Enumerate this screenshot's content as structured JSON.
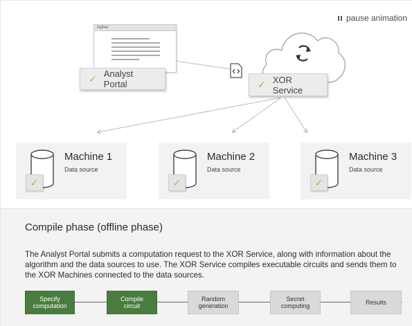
{
  "controls": {
    "pause_label": "pause animation"
  },
  "portal": {
    "window_title": "inpher",
    "label": "Analyst Portal"
  },
  "service": {
    "label": "XOR Service"
  },
  "machines": [
    {
      "name": "Machine 1",
      "subtitle": "Data source"
    },
    {
      "name": "Machine 2",
      "subtitle": "Data source"
    },
    {
      "name": "Machine 3",
      "subtitle": "Data source"
    }
  ],
  "phase": {
    "title": "Compile phase (offline phase)",
    "description": "The Analyst Portal submits a computation request to the XOR Service, along with information about the algorithm and the data sources to use. The XOR Service compiles executable circuits and sends them to the XOR Machines connected to the data sources."
  },
  "steps": [
    {
      "line1": "Specify",
      "line2": "computation",
      "active": true
    },
    {
      "line1": "Compile",
      "line2": "circuit",
      "active": true
    },
    {
      "line1": "Random",
      "line2": "generation",
      "active": false
    },
    {
      "line1": "Secret",
      "line2": "computing",
      "active": false
    },
    {
      "line1": "Results",
      "line2": "",
      "active": false
    }
  ],
  "colors": {
    "check_green": "#8cc63f",
    "active_step": "#4a7c3f",
    "inactive_step": "#dadada",
    "panel_bg": "#f3f3f3"
  },
  "icons": [
    "pause-icon",
    "refresh-icon",
    "code-file-icon",
    "check-icon",
    "database-cylinder-icon"
  ]
}
